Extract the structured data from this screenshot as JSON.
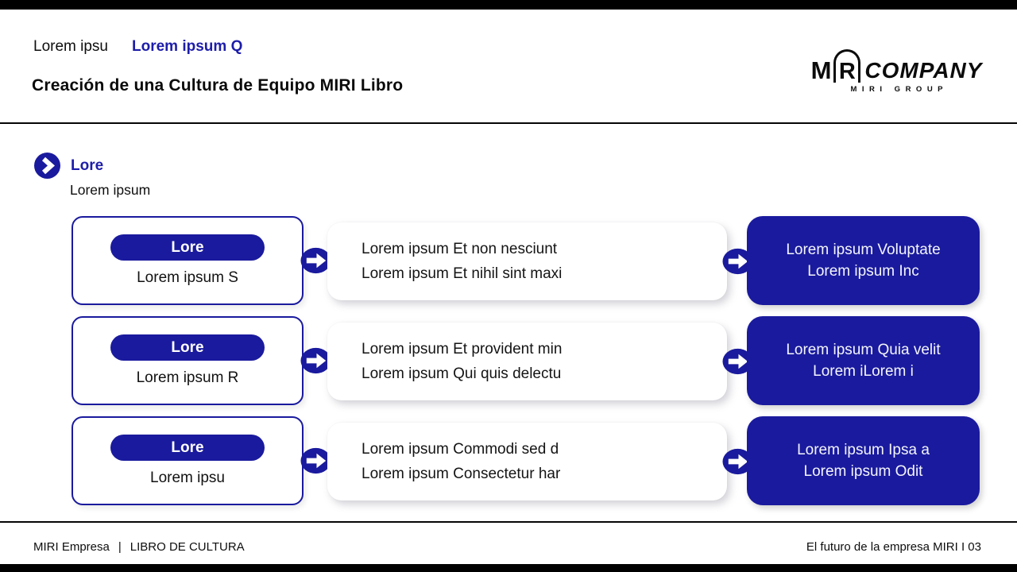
{
  "header": {
    "breadcrumb_plain": "Lorem ipsu",
    "breadcrumb_active": "Lorem ipsum Q",
    "title": "Creación de una Cultura de Equipo MIRI Libro"
  },
  "logo": {
    "letter_m": "M",
    "letter_r": "R",
    "word": "COMPANY",
    "subtitle": "MIRI GROUP"
  },
  "section": {
    "heading": "Lore",
    "subheading": "Lorem ipsum"
  },
  "rows": [
    {
      "badge": "Lore",
      "source_label": "Lorem ipsum S",
      "detail_line1": "Lorem ipsum Et non nesciunt",
      "detail_line2": "Lorem ipsum Et nihil sint maxi",
      "result_line1": "Lorem ipsum Voluptate",
      "result_line2": "Lorem ipsum Inc"
    },
    {
      "badge": "Lore",
      "source_label": "Lorem ipsum R",
      "detail_line1": "Lorem ipsum Et provident min",
      "detail_line2": "Lorem ipsum Qui quis delectu",
      "result_line1": "Lorem ipsum Quia velit",
      "result_line2": "Lorem iLorem i"
    },
    {
      "badge": "Lore",
      "source_label": "Lorem ipsu",
      "detail_line1": "Lorem ipsum Commodi sed d",
      "detail_line2": "Lorem ipsum Consectetur har",
      "result_line1": "Lorem ipsum Ipsa a",
      "result_line2": "Lorem ipsum Odit"
    }
  ],
  "footer": {
    "left_primary": "MIRI Empresa",
    "separator": "|",
    "left_secondary": "LIBRO DE CULTURA",
    "right": "El futuro de la empresa MIRI I 03"
  },
  "icons": {
    "section_marker": "chevron-right-icon",
    "flow_connector": "arrow-right-icon"
  },
  "colors": {
    "accent_blue": "#1a1a9e",
    "text_dark": "#0e0e0e",
    "bar_black": "#000000",
    "background": "#ffffff"
  }
}
